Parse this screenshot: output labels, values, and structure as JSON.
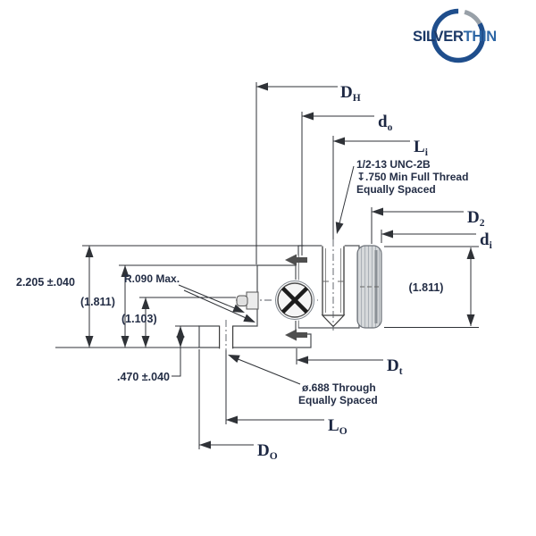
{
  "logo": {
    "brand_bold": "SILVER",
    "brand_light": "THIN"
  },
  "labels": {
    "dh": {
      "main": "D",
      "sub": "H"
    },
    "do_top": {
      "main": "d",
      "sub": "o"
    },
    "li": {
      "main": "L",
      "sub": "i"
    },
    "d2": {
      "main": "D",
      "sub": "2"
    },
    "di": {
      "main": "d",
      "sub": "i"
    },
    "dt": {
      "main": "D",
      "sub": "t"
    },
    "lo": {
      "main": "L",
      "sub": "O"
    },
    "do_bottom": {
      "main": "D",
      "sub": "O"
    }
  },
  "dims": {
    "overall_height": "2.205 ±.040",
    "ring_height_left": "(1.811)",
    "grease_height": "(1.103)",
    "flange_thickness": ".470 ±.040",
    "ring_height_right": "(1.811)"
  },
  "notes": {
    "thread1": "1/2-13 UNC-2B",
    "thread2": "↧.750 Min Full Thread",
    "thread3": "Equally Spaced",
    "radius": "R.090 Max.",
    "hole1": "ø.688 Through",
    "hole2": "Equally Spaced"
  },
  "colors": {
    "line": "#2f3237",
    "text_navy": "#1c2742",
    "logo_blue": "#1f4e8c",
    "logo_gray": "#98a0a8",
    "hatch": "#b6bac0"
  }
}
